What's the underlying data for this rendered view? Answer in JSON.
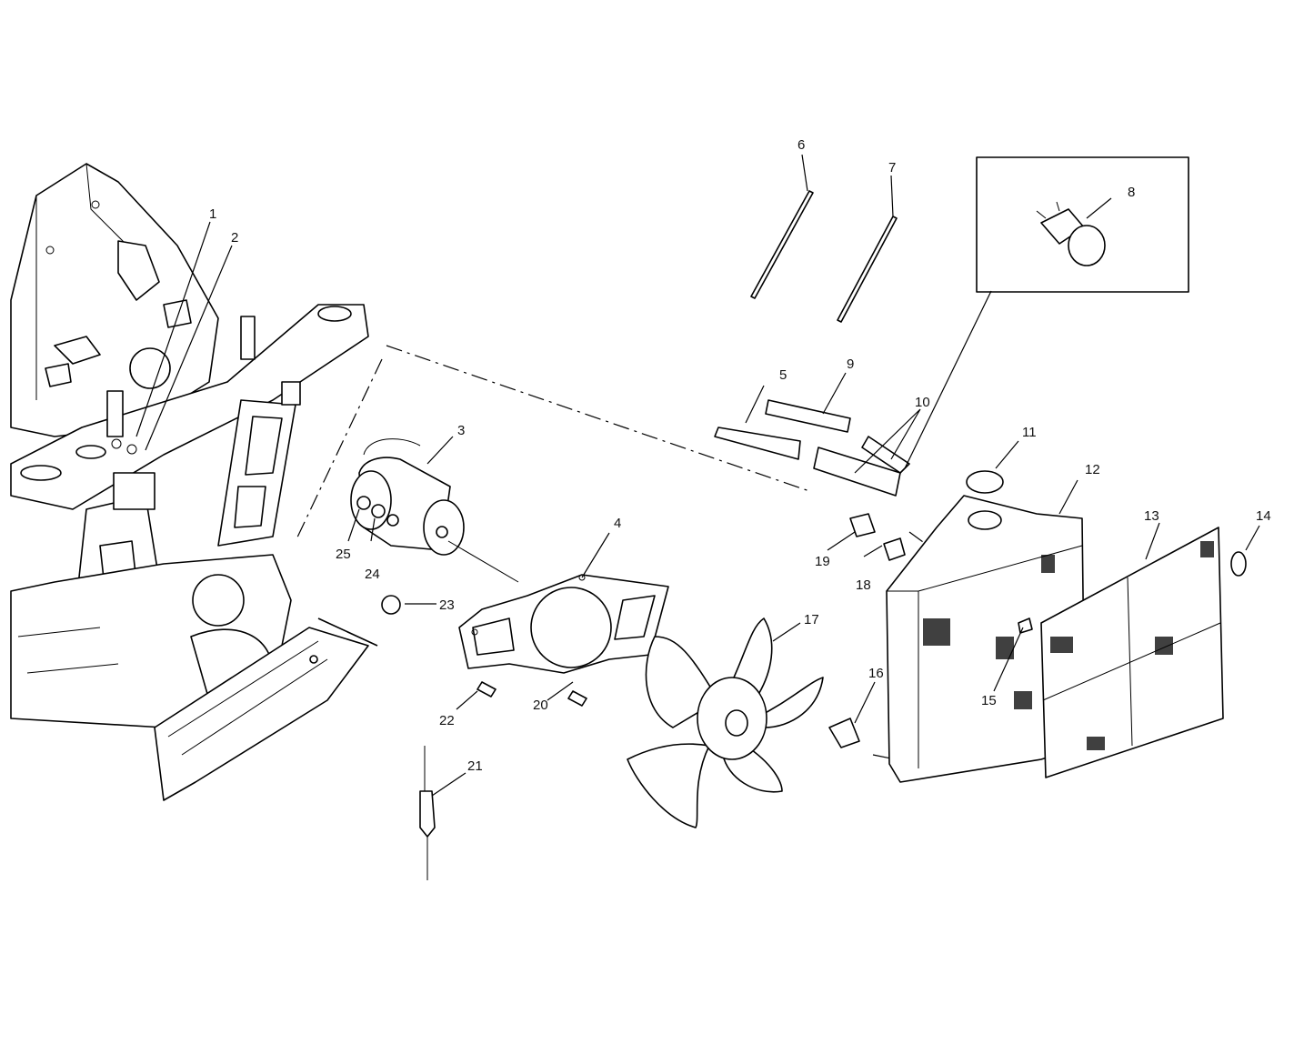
{
  "diagram": {
    "callouts": [
      "1",
      "2",
      "3",
      "4",
      "5",
      "6",
      "7",
      "8",
      "9",
      "10",
      "11",
      "12",
      "13",
      "14",
      "15",
      "16",
      "17",
      "18",
      "19",
      "20",
      "21",
      "22",
      "23",
      "24",
      "25"
    ]
  },
  "icons": {
    "frame": "chassis-frame-icon",
    "motor": "fan-motor-icon",
    "shroud": "fan-shroud-icon",
    "fan": "fan-blade-icon",
    "radiator": "radiator-icon",
    "screen": "radiator-screen-icon",
    "switch": "fan-switch-icon"
  }
}
